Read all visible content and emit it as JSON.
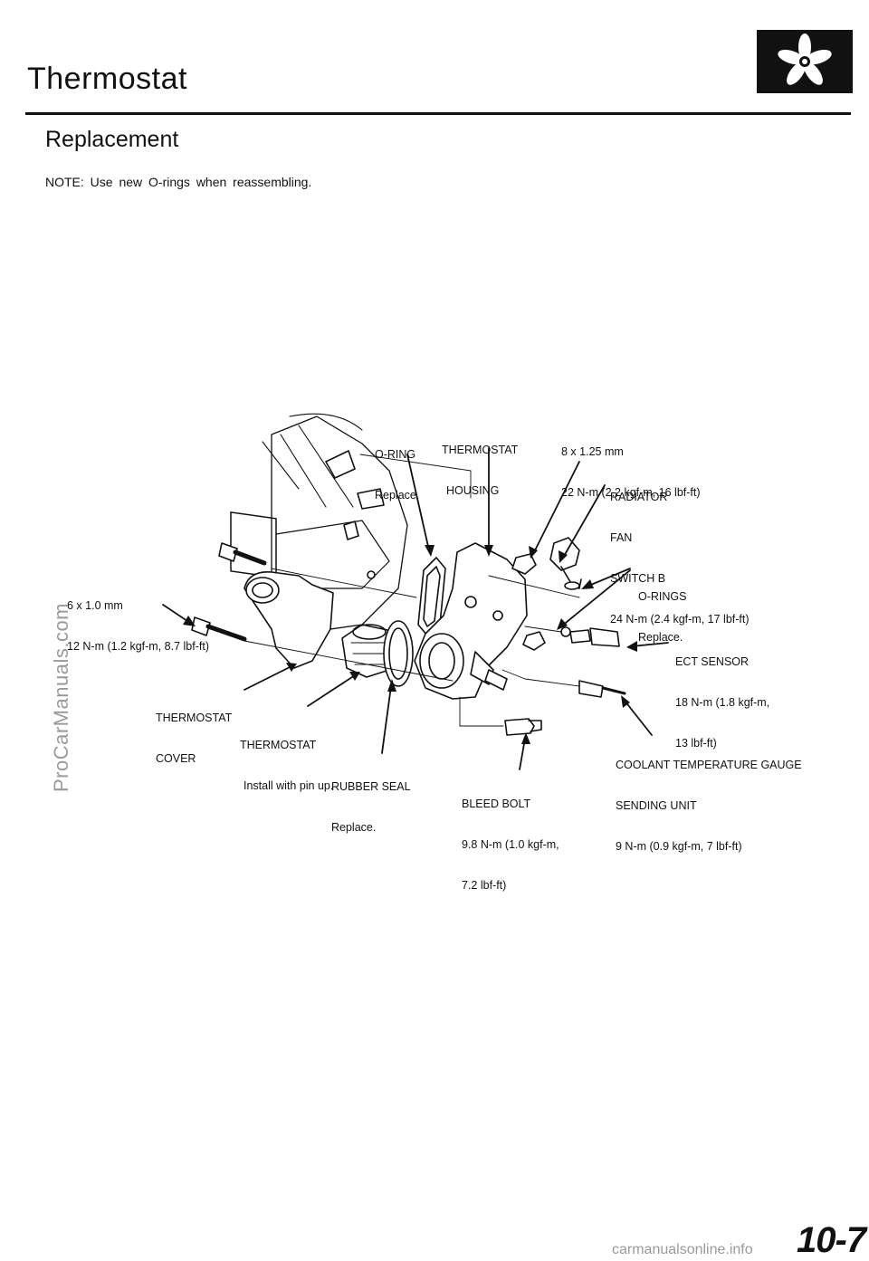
{
  "header": {
    "title": "Thermostat",
    "section_icon": "cooling-fan-icon"
  },
  "section": {
    "title": "Replacement",
    "note": "NOTE:  Use new O-rings when reassembling."
  },
  "callouts": {
    "oring": {
      "line1": "O-RING",
      "line2": "Replace."
    },
    "thermostat_housing": {
      "line1": "THERMOSTAT",
      "line2": "HOUSING"
    },
    "bolt_8x125": {
      "line1": "8 x 1.25 mm",
      "line2": "22 N-m (2.2 kgf-m, 16 lbf-ft)"
    },
    "radiator_fan_switch": {
      "line1": "RADIATOR",
      "line2": "FAN",
      "line3": "SWITCH B",
      "line4": "24 N-m (2.4 kgf-m, 17 lbf-ft)"
    },
    "bolt_6x10": {
      "line1": "6 x 1.0 mm",
      "line2": "12 N-m (1.2 kgf-m, 8.7 lbf-ft)"
    },
    "orings": {
      "line1": "O-RINGS",
      "line2": "Replace."
    },
    "ect_sensor": {
      "line1": "ECT SENSOR",
      "line2": "18 N-m (1.8 kgf-m,",
      "line3": "13 lbf-ft)"
    },
    "thermostat_cover": {
      "line1": "THERMOSTAT",
      "line2": "COVER"
    },
    "thermostat": {
      "line1": "THERMOSTAT",
      "line2": "Install with pin up."
    },
    "rubber_seal": {
      "line1": "RUBBER SEAL",
      "line2": "Replace."
    },
    "coolant_gauge": {
      "line1": "COOLANT TEMPERATURE GAUGE",
      "line2": "SENDING UNIT",
      "line3": "9 N-m (0.9 kgf-m, 7 lbf-ft)"
    },
    "bleed_bolt": {
      "line1": "BLEED BOLT",
      "line2": "9.8 N-m (1.0 kgf-m,",
      "line3": "7.2 lbf-ft)"
    }
  },
  "watermarks": {
    "side": "ProCarManuals.com",
    "bottom": "carmanualsonline.info"
  },
  "page_number": "10-7"
}
